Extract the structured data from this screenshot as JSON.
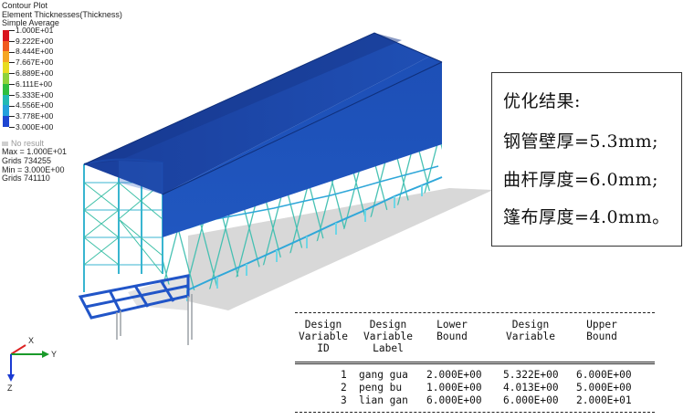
{
  "legend": {
    "title_lines": [
      "Contour Plot",
      "Element Thicknesses(Thickness)",
      "Simple Average"
    ],
    "scale_labels": [
      "1.000E+01",
      "9.222E+00",
      "8.444E+00",
      "7.667E+00",
      "6.889E+00",
      "6.111E+00",
      "5.333E+00",
      "4.556E+00",
      "3.778E+00",
      "3.000E+00"
    ],
    "scale_colors": [
      "#d9141e",
      "#f05a1e",
      "#f5a623",
      "#e8dc20",
      "#8ed23a",
      "#2fbe3e",
      "#22b9b4",
      "#23a0dc",
      "#1e46d2",
      "#101896"
    ],
    "no_result_label": "No result",
    "stats": [
      "Max = 1.000E+01",
      "Grids 734255",
      "Min = 3.000E+00",
      "Grids 741110"
    ]
  },
  "axis_labels": {
    "x": "X",
    "y": "Y",
    "z": "Z"
  },
  "result": {
    "lines": [
      "优化结果:",
      "钢管壁厚=5.3mm;",
      "曲杆厚度=6.0mm;",
      "篷布厚度=4.0mm。"
    ]
  },
  "design_table": {
    "headers": [
      [
        "Design",
        "Variable",
        "ID"
      ],
      [
        "Design",
        "Variable",
        "Label"
      ],
      [
        "Lower",
        "Bound"
      ],
      [
        "Design",
        "Variable"
      ],
      [
        "Upper",
        "Bound"
      ]
    ],
    "rows": [
      {
        "id": "1",
        "label": "gang gua",
        "lower": "2.000E+00",
        "value": "5.322E+00",
        "upper": "6.000E+00"
      },
      {
        "id": "2",
        "label": "peng bu",
        "lower": "1.000E+00",
        "value": "4.013E+00",
        "upper": "5.000E+00"
      },
      {
        "id": "3",
        "label": "lian gan",
        "lower": "6.000E+00",
        "value": "6.000E+00",
        "upper": "2.000E+01"
      }
    ]
  }
}
